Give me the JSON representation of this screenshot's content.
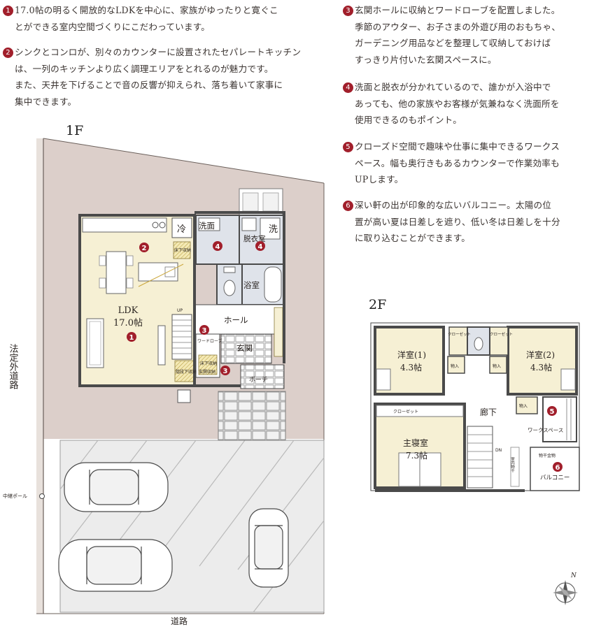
{
  "notes": [
    {
      "num": "1",
      "lines": [
        "17.0帖の明るく開放的なLDKを中心に、家族がゆったりと寛ぐこ",
        "とができる室内空間づくりにこだわっています。"
      ]
    },
    {
      "num": "2",
      "lines": [
        "シンクとコンロが、別々のカウンターに設置されたセパレートキッチン",
        "は、一列のキッチンより広く調理エリアをとれるのが魅力です。",
        "また、天井を下げることで音の反響が抑えられ、落ち着いて家事に",
        "集中できます。"
      ]
    },
    {
      "num": "3",
      "lines": [
        "玄関ホールに収納とワードローブを配置しました。",
        "季節のアウター、お子さまの外遊び用のおもちゃ、",
        "ガーデニング用品などを整理して収納しておけば",
        "すっきり片付いた玄関スペースに。"
      ]
    },
    {
      "num": "4",
      "lines": [
        "洗面と脱衣が分かれているので、誰かが入浴中で",
        "あっても、他の家族やお客様が気兼ねなく洗面所を",
        "使用できるのもポイント。"
      ]
    },
    {
      "num": "5",
      "lines": [
        "クローズド空間で趣味や仕事に集中できるワークス",
        "ペース。幅も奥行きもあるカウンターで作業効率も",
        "UPします。"
      ]
    },
    {
      "num": "6",
      "lines": [
        "深い軒の出が印象的な広いバルコニー。太陽の位",
        "置が高い夏は日差しを遮り、低い冬は日差しを十分",
        "に取り込むことができます。"
      ]
    }
  ],
  "floor1": {
    "label": "1F",
    "rooms": {
      "ldk": "LDK",
      "ldk_size": "17.0帖",
      "fridge": "冷",
      "washroom": "洗面",
      "dressing": "脱衣室",
      "washer": "洗",
      "bath": "浴室",
      "hall": "ホール",
      "entrance": "玄関",
      "porch": "ポーチ",
      "wardrobe": "ワードローブ",
      "floor_storage_1": "床下収納",
      "floor_storage_2": "床下収納",
      "entrance_storage": "玄関収納",
      "stair_storage": "階段下収納",
      "up": "UP"
    },
    "road_side": "法定外道路",
    "road_bottom": "道路",
    "pole": "中継ポール"
  },
  "floor2": {
    "label": "2F",
    "rooms": {
      "western1": "洋室(1)",
      "western1_size": "4.3帖",
      "western2": "洋室(2)",
      "western2_size": "4.3帖",
      "master": "主寝室",
      "master_size": "7.3帖",
      "corridor": "廊下",
      "work": "ワークスペース",
      "balcony": "バルコニー",
      "closet1": "クローゼット",
      "closet2": "クローゼット",
      "closet3": "クローゼット",
      "storage1": "物入",
      "storage2": "物入",
      "storage3": "物入",
      "drying": "物干金物",
      "indoor_drying": "室内物干",
      "dn": "DN"
    }
  },
  "compass": "N",
  "badges": [
    "1",
    "2",
    "3",
    "4",
    "5",
    "6"
  ]
}
